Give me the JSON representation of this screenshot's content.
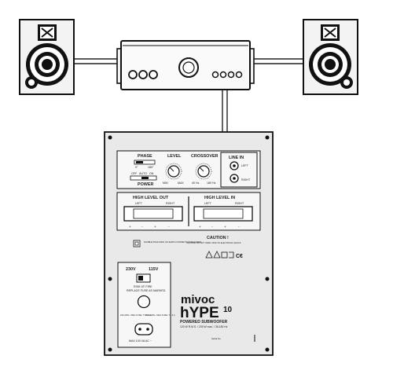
{
  "colors": {
    "ink": "#111111",
    "panel": "#e9e9e9",
    "panel_inner": "#f7f7f7",
    "cable": "#222222"
  },
  "amplifier": {
    "name": "amplifier",
    "icons": [
      "knob-icon",
      "button-icon"
    ]
  },
  "speakers": {
    "left": "left-speaker",
    "right": "right-speaker"
  },
  "panel": {
    "phase_label": "PHASE",
    "phase_values": [
      "0°",
      "180°"
    ],
    "power_label": "POWER",
    "power_values": [
      "OFF",
      "AUTO",
      "ON"
    ],
    "level_label": "LEVEL",
    "level_min": "MIN",
    "level_max": "MAX",
    "crossover_label": "CROSSOVER",
    "crossover_min": "40 Hz",
    "crossover_max": "180 Hz",
    "line_in_label": "LINE IN",
    "line_in_left": "LEFT",
    "line_in_right": "RIGHT",
    "high_level_out": "HIGH LEVEL OUT",
    "high_level_in": "HIGH LEVEL IN",
    "hl_left": "LEFT",
    "hl_right": "RIGHT",
    "plus": "+",
    "minus": "-",
    "double_insulation": "DOUBLE INSULATED, NO EARTH CONNECTION REQUIRED",
    "caution_title": "CAUTION !",
    "caution_text": "CAUTION: DO NOT OPEN. RISK OF ELECTRICAL SHOCK",
    "voltage_230": "230V",
    "voltage_115": "115V",
    "fuse_text_1": "RISK OF FIRE",
    "fuse_text_2": "REPLACE FUSE AS MARKED",
    "fuse_spec_left": "220-240V~ 50Hz FUSE: T 800 mA",
    "fuse_spec_right": "110-120V~ 60Hz FUSE: T 1.6 A",
    "mains_label": "MAX 100 VA AC ~",
    "brand_top": "mivoc",
    "brand_model": "hYPE",
    "brand_model_num": "10",
    "brand_subtitle": "POWERED SUBWOOFER",
    "brand_spec": "120 W R.M.S. / 200 W max. / 35-180 Hz",
    "serial_label": "Serial No."
  }
}
